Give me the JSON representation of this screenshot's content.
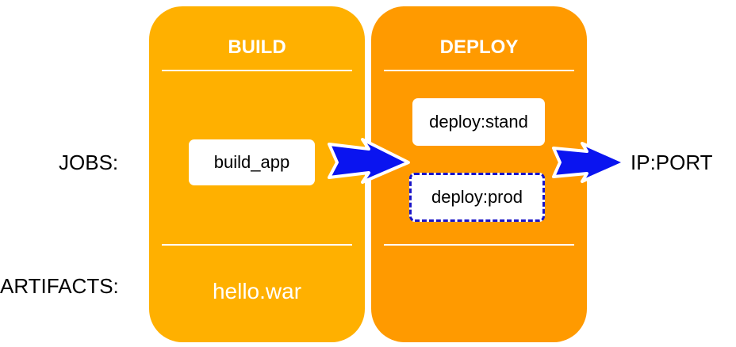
{
  "labels": {
    "jobs": "JOBS:",
    "artifacts": "ARTIFACTS:"
  },
  "stages": [
    {
      "title": "BUILD",
      "jobs": [
        "build_app"
      ],
      "artifact": "hello.war"
    },
    {
      "title": "DEPLOY",
      "jobs": [
        "deploy:stand",
        "deploy:prod"
      ],
      "artifact": ""
    }
  ],
  "endpoint": "IP:PORT",
  "colors": {
    "build_stage": "#FFB000",
    "deploy_stage": "#FF9A00",
    "arrow": "#0A14F0",
    "dashed_border": "#1A14C8"
  }
}
